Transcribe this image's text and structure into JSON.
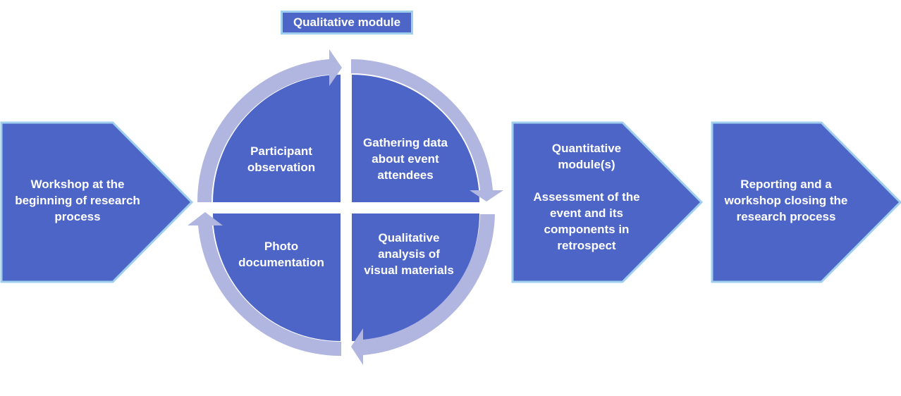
{
  "module_label": "Qualitative module",
  "steps": {
    "start": "Workshop at the\nbeginning of research\nprocess",
    "quantitative": "Quantitative\nmodule(s)\n\nAssessment of the\nevent and its\ncomponents in\nretrospect",
    "end": "Reporting and a\nworkshop closing the\nresearch process"
  },
  "cycle": {
    "top_left": "Participant\nobservation",
    "top_right": "Gathering data\nabout event\nattendees",
    "bottom_right": "Qualitative\nanalysis of\nvisual materials",
    "bottom_left": "Photo\ndocumentation"
  },
  "colors": {
    "fill": "#4e65c8",
    "outline": "#9fcfec",
    "cycle_arrow": "#b1b6e0"
  }
}
